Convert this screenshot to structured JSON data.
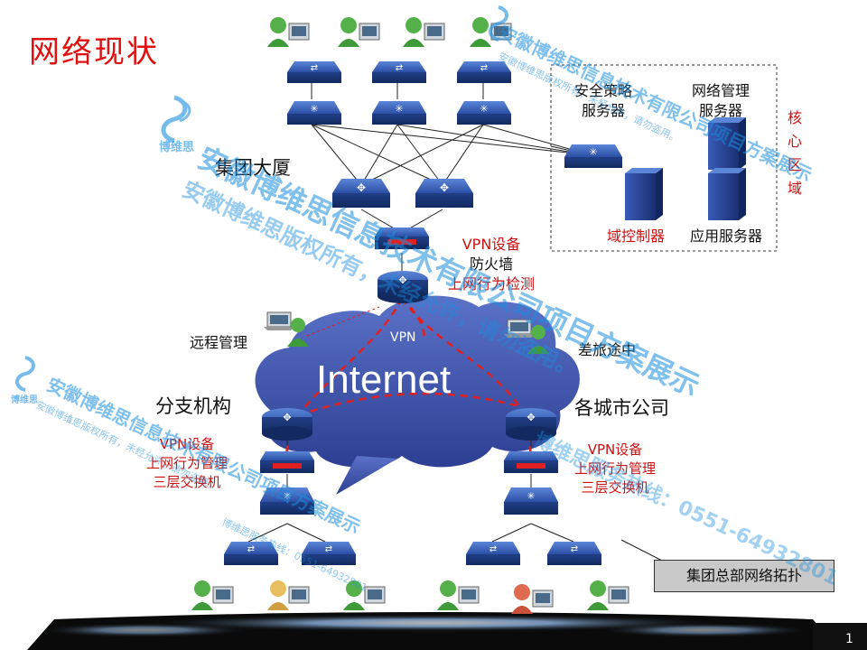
{
  "title": "网络现状",
  "labels": {
    "hq": "集团大厦",
    "branch": "分支机构",
    "city": "各城市公司",
    "remote": "远程管理",
    "travel": "差旅途中",
    "internet": "Internet",
    "vpn": "VPN",
    "security_server": [
      "安全策略",
      "服务器"
    ],
    "netmgmt_server": [
      "网络管理",
      "服务器"
    ],
    "domain_controller": "域控制器",
    "app_server": "应用服务器",
    "core_area": [
      "核",
      "心",
      "区",
      "域"
    ],
    "hq_devices": [
      "VPN设备",
      "防火墙",
      "上网行为检测"
    ],
    "branch_devices": [
      "VPN设备",
      "上网行为管理",
      "三层交换机"
    ],
    "city_devices": [
      "VPN设备",
      "上网行为管理",
      "三层交换机"
    ],
    "callout": "集团总部网络拓扑",
    "page_number": "1"
  },
  "watermark": {
    "company": "安徽博维思信息技术有限公司项目方案展示",
    "rights": "安徽博维思版权所有，未经允许，请勿盗用。",
    "hotline": "博维思服务热线：0551-64932801",
    "logo_text": "博维思"
  },
  "colors": {
    "title_red": "#e01010",
    "label_red": "#cc1111",
    "device_blue": "#2a4c9c",
    "cloud_blue": "#3a4fa8",
    "vpn_tunnel": "#e02020",
    "watermark_blue": "#1a8ee0"
  }
}
